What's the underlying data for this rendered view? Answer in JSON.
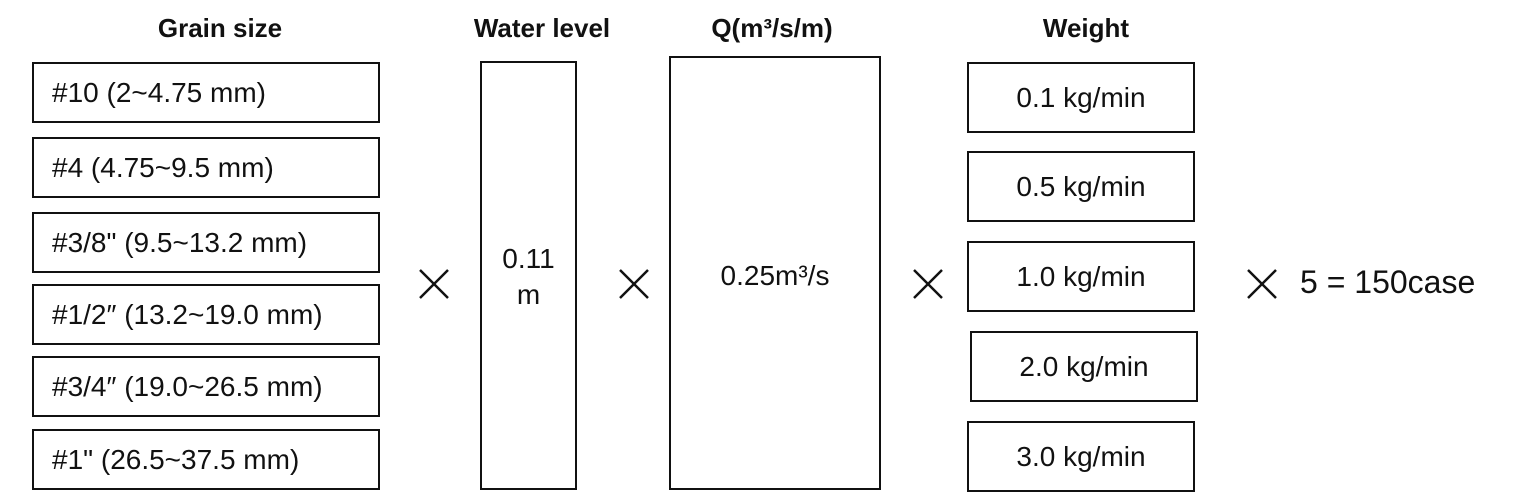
{
  "headers": {
    "grain_size": "Grain size",
    "water_level": "Water level",
    "discharge": "Q(m³/s/m)",
    "weight": "Weight"
  },
  "grain_sizes": [
    "#10 (2~4.75 mm)",
    "#4 (4.75~9.5 mm)",
    "#3/8\" (9.5~13.2 mm)",
    "#1/2″ (13.2~19.0 mm)",
    "#3/4″ (19.0~26.5 mm)",
    "#1\" (26.5~37.5 mm)"
  ],
  "water_level": {
    "value_line1": "0.11",
    "value_line2": "m"
  },
  "discharge": {
    "value": "0.25m³/s"
  },
  "weights": [
    "0.1 kg/min",
    "0.5 kg/min",
    "1.0 kg/min",
    "2.0 kg/min",
    "3.0 kg/min"
  ],
  "result": {
    "text": "5 = 150case"
  },
  "colors": {
    "stroke": "#111111",
    "background": "#ffffff"
  }
}
